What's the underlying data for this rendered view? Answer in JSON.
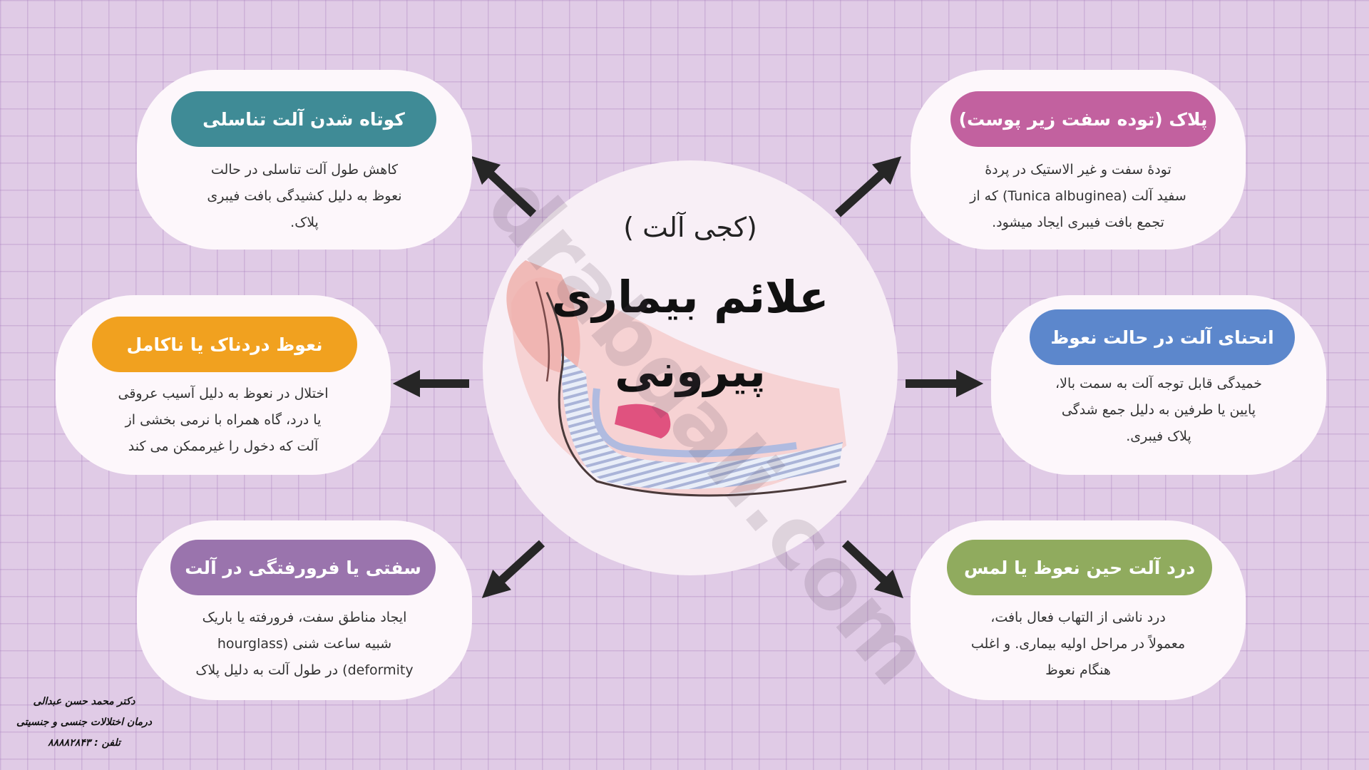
{
  "center": {
    "subtitle": "(کجی آلت )",
    "title_line1": "علائم بیماری",
    "title_line2": "پیرونی"
  },
  "cards": {
    "plaque": {
      "title": "پلاک (توده سفت زیر پوست)",
      "lines": [
        "تودهٔ سفت و غیر الاستیک در پردهٔ",
        "سفید آلت (Tunica albuginea) که از",
        "تجمع بافت فیبری ایجاد میشود."
      ],
      "color": "#c2619f"
    },
    "shortening": {
      "title": "کوتاه شدن آلت تناسلی",
      "lines": [
        "کاهش طول آلت تناسلی در حالت",
        "نعوظ به دلیل کشیدگی بافت فیبری",
        "پلاک."
      ],
      "color": "#3f8b96"
    },
    "curvature": {
      "title": "انحنای آلت در حالت نعوظ",
      "lines": [
        "خمیدگی قابل توجه آلت به سمت بالا،",
        "پایین یا طرفین به دلیل جمع شدگی",
        "پلاک فیبری."
      ],
      "color": "#5c87cc"
    },
    "painful_erection": {
      "title": "نعوظ دردناک یا ناکامل",
      "lines": [
        "اختلال در نعوظ به دلیل آسیب عروقی",
        "یا درد، گاه همراه با نرمی بخشی از",
        "آلت که دخول را غیرممکن می کند"
      ],
      "color": "#f1a11f"
    },
    "pain": {
      "title": "درد آلت حین نعوظ یا لمس",
      "lines": [
        "درد ناشی از التهاب فعال بافت،",
        "معمولاً در مراحل اولیه بیماری. و اغلب",
        "هنگام نعوظ"
      ],
      "color": "#90ab5e"
    },
    "hardness": {
      "title": "سفتی یا فرورفتگی در آلت",
      "lines": [
        "ایجاد مناطق سفت، فرورفته یا باریک",
        "شبیه ساعت شنی  (hourglass",
        "deformity) در طول آلت به دلیل پلاک"
      ],
      "color": "#9a74ad"
    }
  },
  "watermark": "drabdali.com",
  "signature": {
    "name": "دکتر محمد حسن عبدالی",
    "specialty": "درمان اختلالات جنسی و جنسیتی",
    "phone": "تلفن : ۸۸۸۸۲۸۴۳"
  },
  "colors": {
    "arrow": "#262626",
    "card_bg": "#fdf7fb",
    "background": "#e0cbe6",
    "plaque_red": "#e0527f"
  }
}
